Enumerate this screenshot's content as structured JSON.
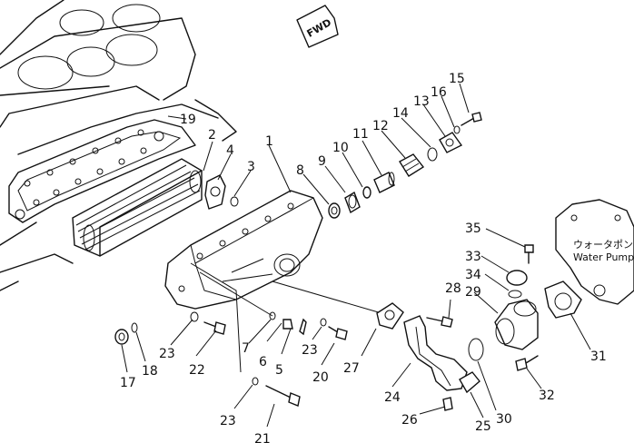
{
  "fwd_label": "FWD",
  "water_pump_jp": "ウォータポンプ",
  "water_pump_en": "Water  Pump",
  "labels": [
    "1",
    "2",
    "3",
    "4",
    "5",
    "6",
    "7",
    "8",
    "9",
    "10",
    "11",
    "12",
    "13",
    "14",
    "15",
    "16",
    "17",
    "18",
    "19",
    "20",
    "21",
    "22",
    "23",
    "23",
    "23",
    "24",
    "25",
    "26",
    "27",
    "28",
    "29",
    "30",
    "31",
    "32",
    "33",
    "34",
    "35"
  ]
}
